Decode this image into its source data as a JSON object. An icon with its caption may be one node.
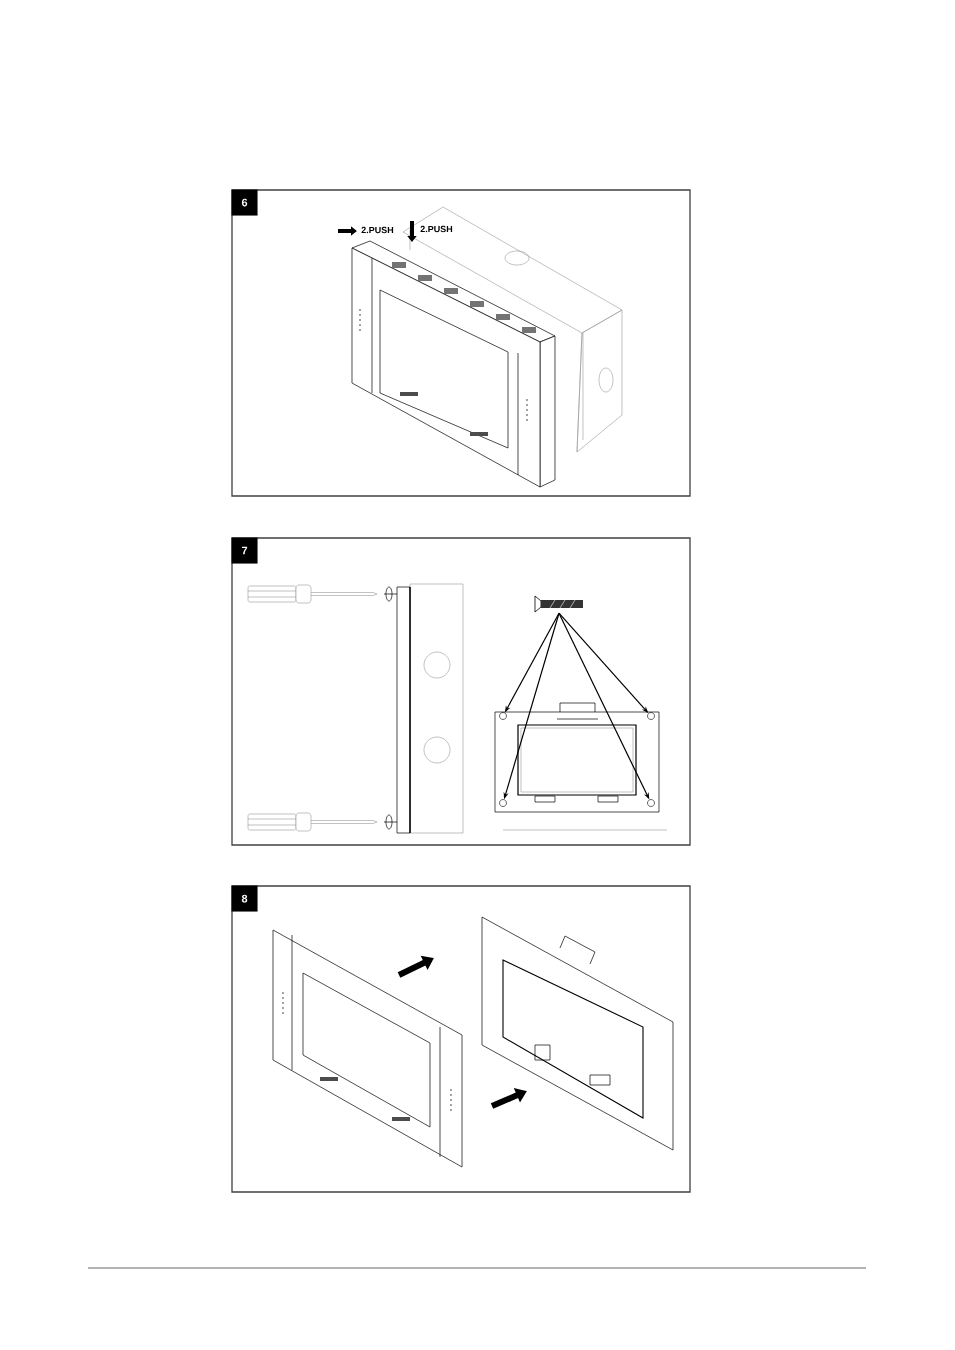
{
  "diagram": {
    "nodes": [
      {
        "text": [
          "6"
        ]
      },
      {
        "text": [
          "7"
        ]
      },
      {
        "text": [],
        "shape": "picture",
        "in": 1
      },
      {
        "text": [],
        "shape": "circle",
        "in": 1
      },
      {
        "text": [],
        "shape": "circle",
        "in": 1
      },
      {
        "text": [],
        "shape": "circle",
        "in": 1
      },
      {
        "text": [],
        "shape": "circle",
        "in": 1
      },
      {
        "text": [
          "8"
        ]
      }
    ],
    "edges": [
      {
        "from": 2,
        "to": 3,
        "arrow": "to"
      },
      {
        "from": 2,
        "to": 5,
        "arrow": "to"
      },
      {
        "from": 2,
        "to": 6,
        "arrow": "to"
      },
      {
        "from": 2,
        "to": 4,
        "arrow": "to"
      }
    ],
    "labels": [
      "2.PUSH",
      "2.PUSH"
    ]
  }
}
